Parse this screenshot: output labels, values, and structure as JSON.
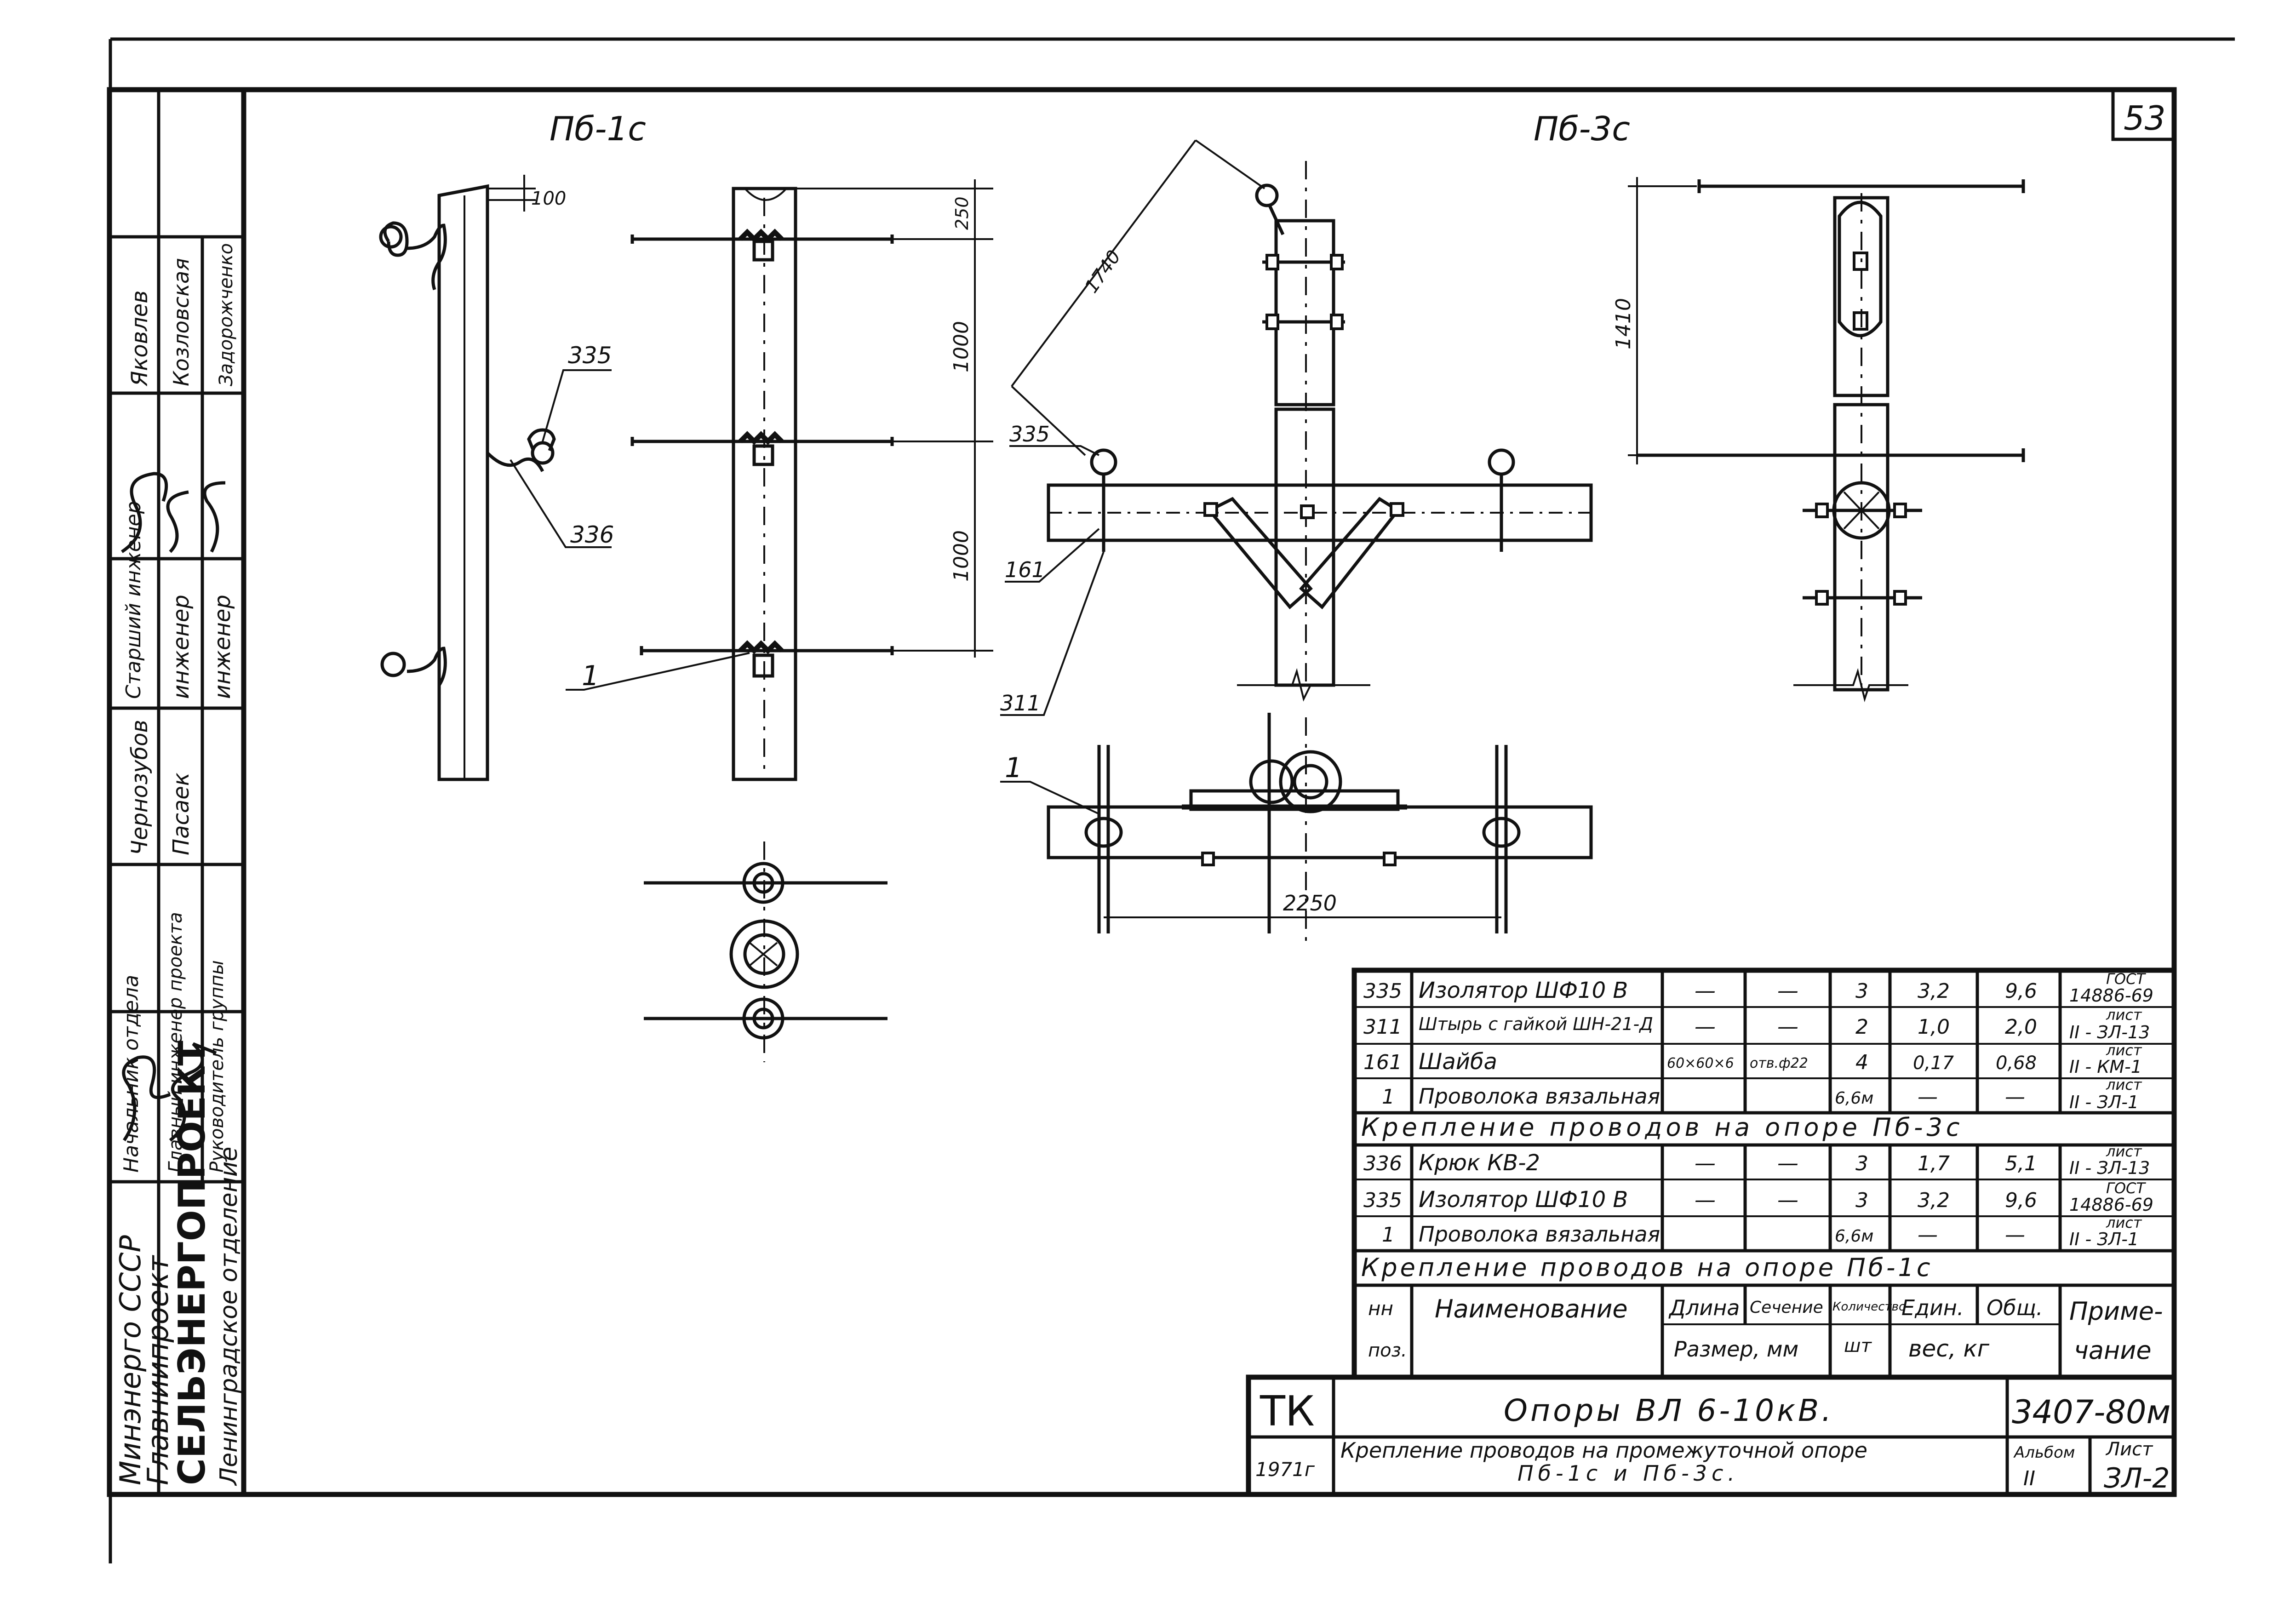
{
  "sheet_number": "53",
  "views": {
    "left_title": "Пб-1с",
    "right_title": "Пб-3с"
  },
  "dimensions": {
    "top_100": "100",
    "top_250": "250",
    "span_1000_a": "1000",
    "span_1000_b": "1000",
    "diag_1740": "1740",
    "vert_1410": "1410",
    "cross_2250": "2250"
  },
  "callouts": {
    "c335_left": "335",
    "c336_left": "336",
    "c1_left": "1",
    "c335_right": "335",
    "c161_right": "161",
    "c311_right": "311",
    "c1_bottom": "1"
  },
  "side_stamp": {
    "org1": "Минэнерго СССР",
    "org2": "Главниипроект",
    "org3": "СЕЛЬЭНЕРГОПРОЕКТ",
    "org4": "Ленинградское отделение",
    "roles": [
      "Начальник отдела",
      "Главный инженер проекта",
      "Руководитель группы",
      "Старший инженер",
      "инженер",
      "инженер"
    ],
    "names": [
      "Чернозубов",
      "Пасаек",
      "Яковлев",
      "Козловская",
      "Задорожченко"
    ]
  },
  "spec_table": {
    "rows_3c": [
      {
        "pos": "335",
        "name": "Изолятор ШФ10 В",
        "len": "—",
        "sec": "—",
        "qty": "3",
        "unit": "3,2",
        "total": "9,6",
        "note1": "ГОСТ",
        "note2": "14886-69"
      },
      {
        "pos": "311",
        "name": "Штырь с гайкой ШН-21-Д",
        "len": "—",
        "sec": "—",
        "qty": "2",
        "unit": "1,0",
        "total": "2,0",
        "note1": "лист",
        "note2": "II - ЗЛ-13"
      },
      {
        "pos": "161",
        "name": "Шайба",
        "len": "60×60×6",
        "sec": "отв.ф22",
        "qty": "4",
        "unit": "0,17",
        "total": "0,68",
        "note1": "лист",
        "note2": "II - КМ-1"
      },
      {
        "pos": "1",
        "name": "Проволока вязальная",
        "len": "",
        "sec": "",
        "qty": "6,6м",
        "unit": "—",
        "total": "—",
        "note1": "лист",
        "note2": "II - ЗЛ-1"
      }
    ],
    "header_3c": "Крепление проводов на опоре Пб-3с",
    "rows_1c": [
      {
        "pos": "336",
        "name": "Крюк КВ-2",
        "len": "—",
        "sec": "—",
        "qty": "3",
        "unit": "1,7",
        "total": "5,1",
        "note1": "лист",
        "note2": "II - ЗЛ-13"
      },
      {
        "pos": "335",
        "name": "Изолятор ШФ10 В",
        "len": "—",
        "sec": "—",
        "qty": "3",
        "unit": "3,2",
        "total": "9,6",
        "note1": "ГОСТ",
        "note2": "14886-69"
      },
      {
        "pos": "1",
        "name": "Проволока вязальная",
        "len": "",
        "sec": "",
        "qty": "6,6м",
        "unit": "—",
        "total": "—",
        "note1": "лист",
        "note2": "II - ЗЛ-1"
      }
    ],
    "header_1c": "Крепление проводов на опоре Пб-1с",
    "col_headers": {
      "nn": "нн",
      "pos": "поз.",
      "name": "Наименование",
      "len": "Длина",
      "sec": "Сечение",
      "size": "Размер, мм",
      "qty1": "Количество",
      "qty2": "шт",
      "unit": "Един.",
      "total": "Общ.",
      "weight": "вес, кг",
      "note1": "Приме-",
      "note2": "чание"
    }
  },
  "title_block": {
    "tk": "ТК",
    "year": "1971г",
    "title": "Опоры ВЛ 6-10кВ.",
    "subtitle1": "Крепление проводов на промежуточной опоре",
    "subtitle2": "Пб-1с и Пб-3с.",
    "doc_no": "3407-80м",
    "album_label": "Альбом",
    "album_no": "II",
    "sheet_label": "Лист",
    "sheet_no": "ЗЛ-2"
  }
}
